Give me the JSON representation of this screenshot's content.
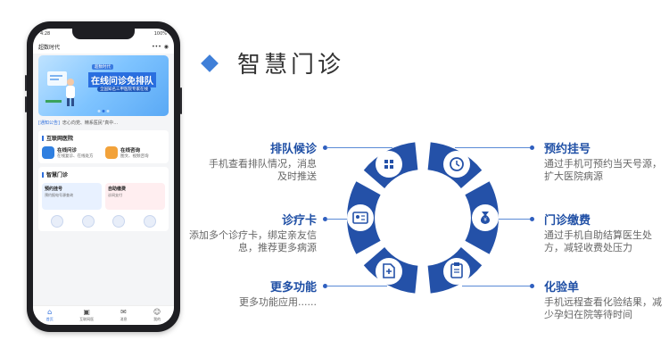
{
  "heading": {
    "title": "智慧门诊"
  },
  "phone": {
    "status": {
      "time": "4:28",
      "battery": "100%"
    },
    "titlebar": {
      "title": "超数时代",
      "menu": "•••",
      "close": "◉"
    },
    "banner": {
      "tag": "超数时代",
      "title": "在线问诊免排队",
      "subtitle": "全国知名三甲医院专家在线"
    },
    "notice": {
      "tag": "[通知公告]",
      "text": "忠心向党、精系医民\"真中…"
    },
    "internet_hospital": {
      "title": "互联网医院",
      "services": [
        {
          "name": "在线问诊",
          "desc": "在线复诊、在线处方",
          "color": "#2f7fe0"
        },
        {
          "name": "在线咨询",
          "desc": "图文、视频咨询",
          "color": "#f2a23a"
        }
      ]
    },
    "smart_clinic": {
      "title": "智慧门诊",
      "tiles": [
        {
          "name": "预约挂号",
          "desc": "预约报电号源查询",
          "color": "#e8f1ff"
        },
        {
          "name": "自助缴费",
          "desc": "诊间支付",
          "color": "#ffeef0"
        }
      ]
    },
    "tabbar": [
      {
        "label": "首页",
        "icon": "⌂"
      },
      {
        "label": "互联网医",
        "icon": "▣"
      },
      {
        "label": "消息",
        "icon": "✉"
      },
      {
        "label": "我的",
        "icon": "☺"
      }
    ]
  },
  "features": {
    "queue": {
      "title": "排队候诊",
      "desc": "手机查看排队情况，消息及时推送"
    },
    "card": {
      "title": "诊疗卡",
      "desc": "添加多个诊疗卡，绑定亲友信息，推荐更多病源"
    },
    "more": {
      "title": "更多功能",
      "desc": "更多功能应用......"
    },
    "register": {
      "title": "预约挂号",
      "desc": "通过手机可预约当天号源，扩大医院病源"
    },
    "payment": {
      "title": "门诊缴费",
      "desc": "通过手机自助结算医生处方，减轻收费处压力"
    },
    "lab": {
      "title": "化验单",
      "desc": "手机远程查看化验结果，减少孕妇在院等待时间"
    }
  },
  "colors": {
    "accent": "#1f4fa5",
    "ring": "#2451a8",
    "diamond": "#3f7fd8"
  }
}
